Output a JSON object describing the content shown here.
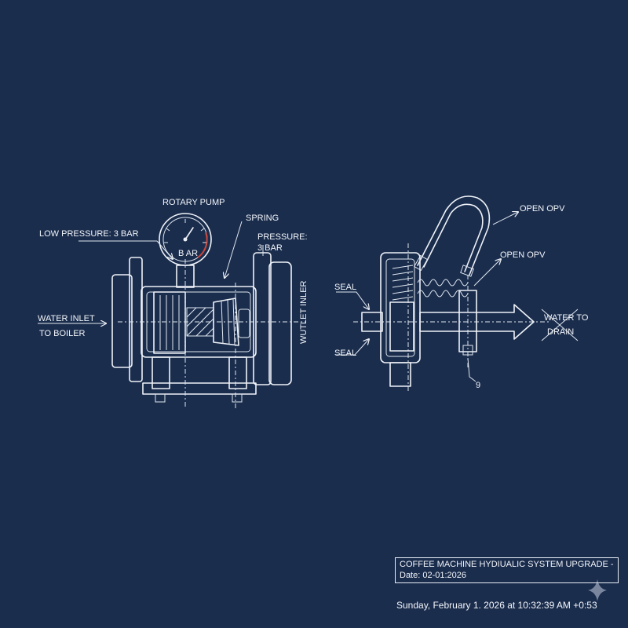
{
  "pump": {
    "title": "ROTARY PUMP",
    "low_pressure": "LOW PRESSURE: 3 BAR",
    "spring": "SPRING",
    "pressure_line1": "PRESSURE:",
    "pressure_line2": "3 BAR",
    "water_inlet": "WATER INLET",
    "to_boiler": "TO BOILER",
    "outlet_label": "WUTLET INLER",
    "gauge_unit": "B AR"
  },
  "valve": {
    "open_opv_1": "OPEN OPV",
    "open_opv_2": "OPEN OPV",
    "seal_top": "SEAL",
    "seal_bottom": "SEAL",
    "water_to": "WATER TO",
    "drain": "DRAIN",
    "callout_9": "9"
  },
  "title_block": {
    "line1": "COFFEE MACHINE HYDIUALIC SYSTEM UPGRADE -",
    "line2": "Date: 02-01:2026"
  },
  "footer": {
    "timestamp": "Sunday, February 1. 2026 at 10:32:39 AM +0:53"
  },
  "colors": {
    "background": "#1b2d4d",
    "linework": "#eef2f8",
    "gauge_red": "#c8463c"
  },
  "icons": {
    "corner": "sparkle-icon"
  }
}
